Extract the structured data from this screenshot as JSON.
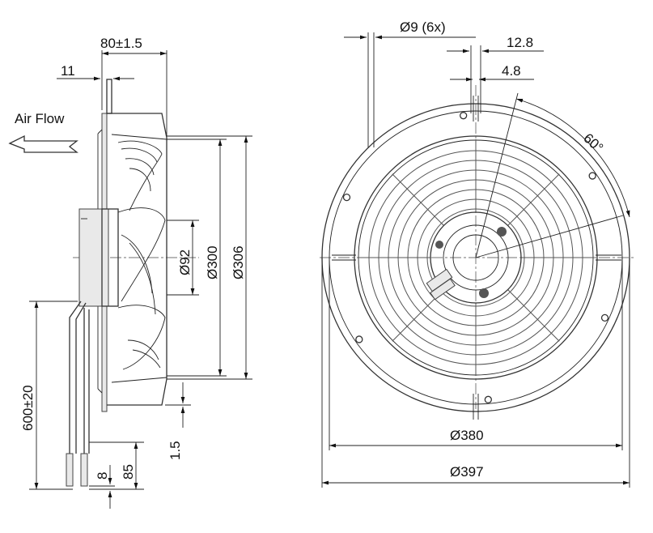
{
  "side_view": {
    "air_flow_label": "Air Flow",
    "dims": {
      "depth": "80±1.5",
      "flange": "11",
      "hub_dia": "Ø92",
      "inner_dia": "Ø300",
      "outer_dia": "Ø306",
      "cable_length": "600±20",
      "offset": "1.5",
      "lead_strip": "8",
      "lead_end": "85"
    }
  },
  "front_view": {
    "dims": {
      "holes": "Ø9 (6x)",
      "slot_outer": "12.8",
      "slot_inner": "4.8",
      "angle": "60°",
      "bolt_circle": "Ø380",
      "outer_dia": "Ø397"
    }
  }
}
